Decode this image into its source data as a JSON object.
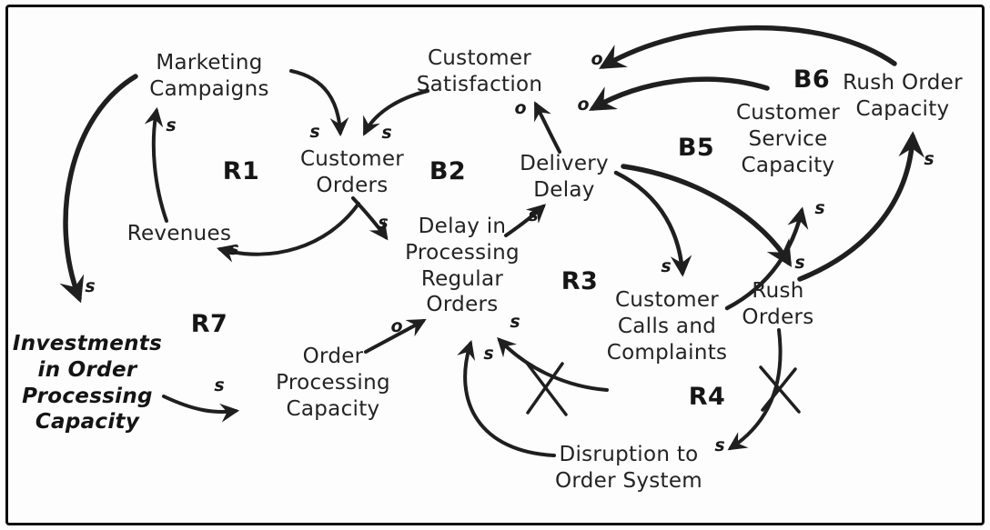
{
  "nodes": {
    "marketing_campaigns": {
      "label": "Marketing\nCampaigns"
    },
    "customer_satisfaction": {
      "label": "Customer\nSatisfaction"
    },
    "customer_orders": {
      "label": "Customer\nOrders"
    },
    "revenues": {
      "label": "Revenues"
    },
    "delivery_delay": {
      "label": "Delivery\nDelay"
    },
    "delay_in_processing": {
      "label": "Delay in\nProcessing\nRegular\nOrders"
    },
    "customer_service_capacity": {
      "label": "Customer\nService\nCapacity"
    },
    "rush_order_capacity": {
      "label": "Rush Order\nCapacity"
    },
    "customer_calls_complaints": {
      "label": "Customer\nCalls and\nComplaints"
    },
    "rush_orders": {
      "label": "Rush\nOrders"
    },
    "investments": {
      "label": "Investments\nin Order\nProcessing\nCapacity"
    },
    "order_processing_capacity": {
      "label": "Order\nProcessing\nCapacity"
    },
    "disruption_order_system": {
      "label": "Disruption to\nOrder System"
    }
  },
  "loops": {
    "r1": "R1",
    "b2": "B2",
    "b5": "B5",
    "b6": "B6",
    "r3": "R3",
    "r4": "R4",
    "r7": "R7"
  },
  "links": [
    {
      "from": "marketing_campaigns",
      "to": "customer_orders",
      "polarity": "s",
      "crossed_out": false
    },
    {
      "from": "customer_satisfaction",
      "to": "customer_orders",
      "polarity": "s",
      "crossed_out": false
    },
    {
      "from": "customer_orders",
      "to": "delay_in_processing",
      "polarity": "s",
      "crossed_out": false
    },
    {
      "from": "customer_orders",
      "to": "revenues",
      "polarity": "s",
      "crossed_out": false
    },
    {
      "from": "revenues",
      "to": "marketing_campaigns",
      "polarity": "s",
      "crossed_out": false
    },
    {
      "from": "revenues",
      "to": "investments",
      "polarity": "s",
      "crossed_out": false
    },
    {
      "from": "investments",
      "to": "order_processing_capacity",
      "polarity": "s",
      "crossed_out": false
    },
    {
      "from": "order_processing_capacity",
      "to": "delay_in_processing",
      "polarity": "o",
      "crossed_out": false
    },
    {
      "from": "delay_in_processing",
      "to": "delivery_delay",
      "polarity": "s",
      "crossed_out": false
    },
    {
      "from": "delivery_delay",
      "to": "customer_satisfaction",
      "polarity": "o",
      "crossed_out": false
    },
    {
      "from": "rush_order_capacity",
      "to": "delivery_delay",
      "polarity": "o",
      "crossed_out": false
    },
    {
      "from": "customer_service_capacity",
      "to": "delivery_delay",
      "polarity": "o",
      "crossed_out": false
    },
    {
      "from": "delivery_delay",
      "to": "customer_calls_complaints",
      "polarity": "s",
      "crossed_out": false
    },
    {
      "from": "delivery_delay",
      "to": "rush_orders",
      "polarity": "s",
      "crossed_out": false
    },
    {
      "from": "customer_calls_complaints",
      "to": "customer_service_capacity",
      "polarity": "s",
      "crossed_out": false
    },
    {
      "from": "rush_orders",
      "to": "rush_order_capacity",
      "polarity": "s",
      "crossed_out": false
    },
    {
      "from": "rush_orders",
      "to": "disruption_order_system",
      "polarity": "s",
      "crossed_out": true
    },
    {
      "from": "customer_calls_complaints",
      "to": "delay_in_processing",
      "polarity": "s",
      "crossed_out": true
    },
    {
      "from": "disruption_order_system",
      "to": "delay_in_processing",
      "polarity": "s",
      "crossed_out": false
    }
  ]
}
